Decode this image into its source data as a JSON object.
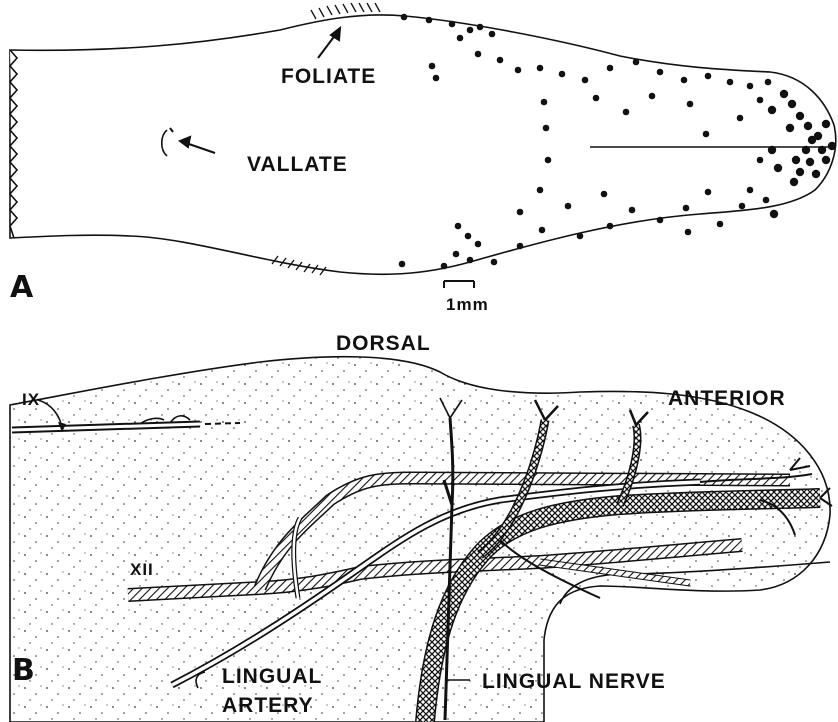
{
  "panel_a": {
    "letter": "A",
    "labels": {
      "foliate": "FOLIATE",
      "vallate": "VALLATE"
    },
    "scale_bar": "1mm"
  },
  "panel_b": {
    "letter": "B",
    "labels": {
      "dorsal": "DORSAL",
      "anterior": "ANTERIOR",
      "ix": "IX",
      "xii": "XII",
      "lingual_artery_line1": "LINGUAL",
      "lingual_artery_line2": "ARTERY",
      "lingual_nerve": "LINGUAL NERVE"
    }
  }
}
